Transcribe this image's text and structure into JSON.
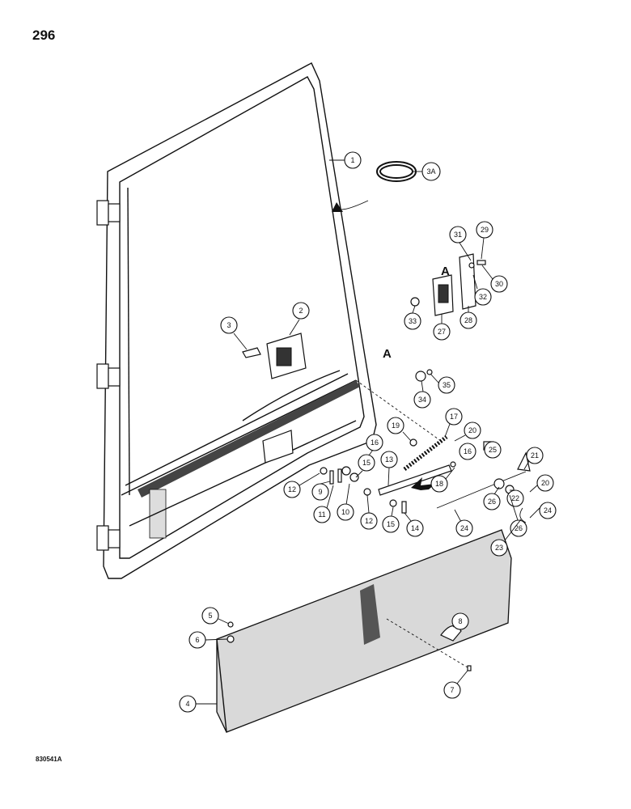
{
  "page": {
    "number": "296",
    "drawing_code": "830541A"
  },
  "reference_letters": [
    "A",
    "A"
  ],
  "callouts": [
    "1",
    "3A",
    "2",
    "3",
    "29",
    "31",
    "30",
    "32",
    "33",
    "27",
    "28",
    "35",
    "34",
    "17",
    "20",
    "19",
    "16",
    "25",
    "21",
    "15",
    "13",
    "18",
    "26",
    "22",
    "20",
    "12",
    "9",
    "16",
    "24",
    "24",
    "11",
    "10",
    "12",
    "15",
    "14",
    "26",
    "23",
    "5",
    "8",
    "6",
    "7",
    "4"
  ]
}
